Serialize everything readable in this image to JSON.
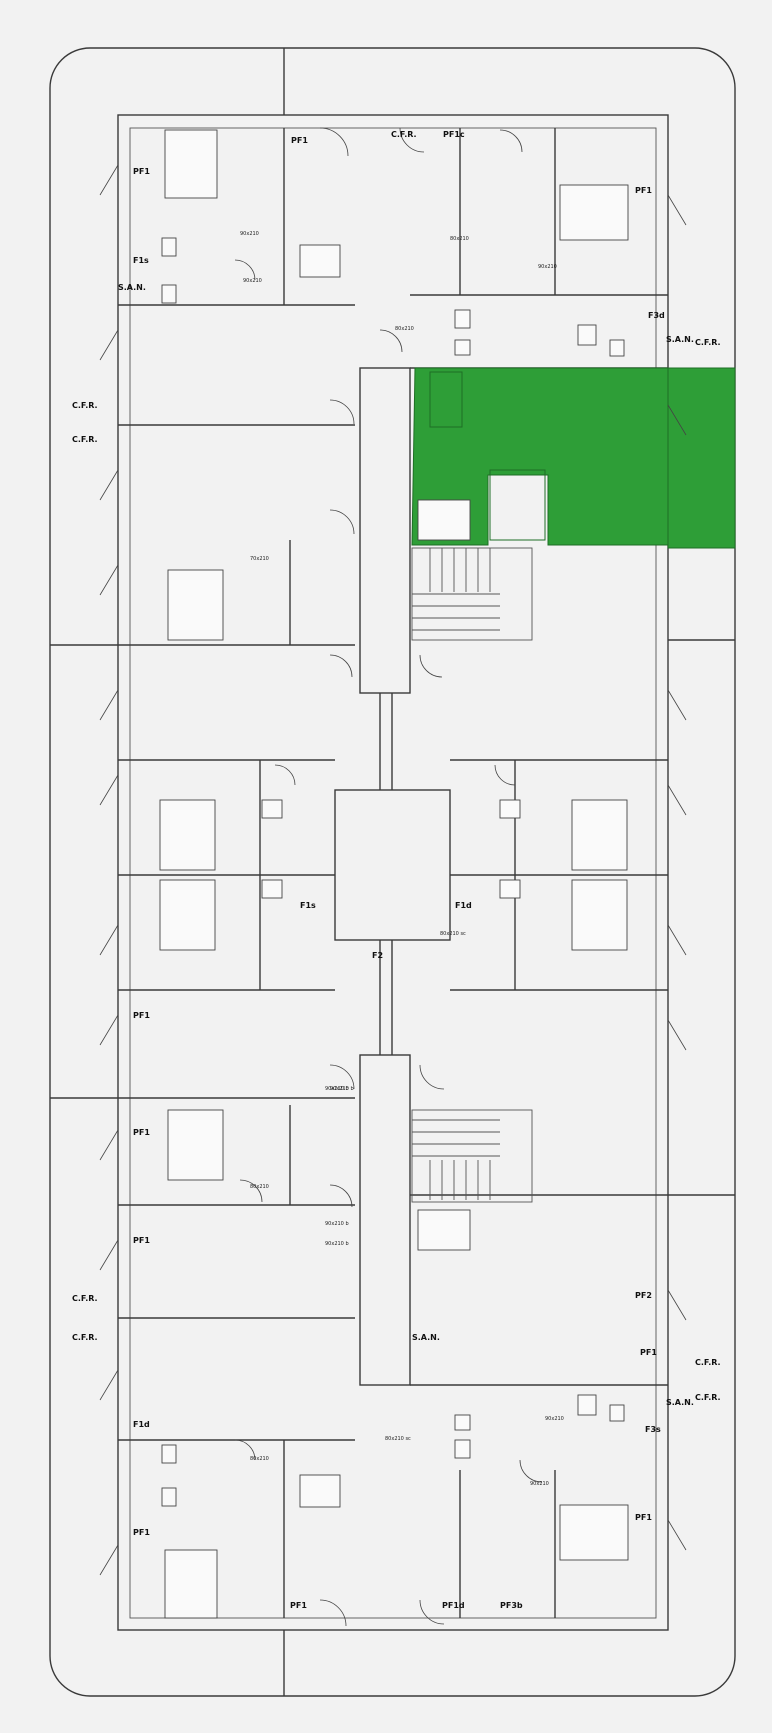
{
  "plan": {
    "highlight_color": "#2e9e37",
    "labels": [
      {
        "id": "pf1-a",
        "text": "PF1"
      },
      {
        "id": "f1s-a",
        "text": "F1s"
      },
      {
        "id": "san-a",
        "text": "S.A.N."
      },
      {
        "id": "pf1-b",
        "text": "PF1"
      },
      {
        "id": "cfr-a",
        "text": "C.F.R."
      },
      {
        "id": "pf1c-a",
        "text": "PF1c"
      },
      {
        "id": "pf1-c",
        "text": "PF1"
      },
      {
        "id": "f3d-a",
        "text": "F3d"
      },
      {
        "id": "san-b",
        "text": "S.A.N."
      },
      {
        "id": "cfr-b",
        "text": "C.F.R."
      },
      {
        "id": "cfr-c",
        "text": "C.F.R."
      },
      {
        "id": "cfr-d",
        "text": "C.F.R."
      },
      {
        "id": "f1s-b",
        "text": "F1s"
      },
      {
        "id": "f1d-a",
        "text": "F1d"
      },
      {
        "id": "f2-a",
        "text": "F2"
      },
      {
        "id": "pf1-d",
        "text": "PF1"
      },
      {
        "id": "pf1-e",
        "text": "PF1"
      },
      {
        "id": "pf1-f",
        "text": "PF1"
      },
      {
        "id": "cfr-e",
        "text": "C.F.R."
      },
      {
        "id": "cfr-f",
        "text": "C.F.R."
      },
      {
        "id": "pf2-a",
        "text": "PF2"
      },
      {
        "id": "pf1-g",
        "text": "PF1"
      },
      {
        "id": "f1d-b",
        "text": "F1d"
      },
      {
        "id": "san-c",
        "text": "S.A.N."
      },
      {
        "id": "pf1-h",
        "text": "PF1"
      },
      {
        "id": "pf1-i",
        "text": "PF1"
      },
      {
        "id": "pf1d-a",
        "text": "PF1d"
      },
      {
        "id": "pf3b-a",
        "text": "PF3b"
      },
      {
        "id": "pf1-j",
        "text": "PF1"
      },
      {
        "id": "f3s-a",
        "text": "F3s"
      },
      {
        "id": "san-d",
        "text": "S.A.N."
      },
      {
        "id": "cfr-g",
        "text": "C.F.R."
      },
      {
        "id": "cfr-h",
        "text": "C.F.R."
      }
    ],
    "door_sizes": [
      "90x210",
      "90x210",
      "80x210",
      "90x210",
      "80x210",
      "70x210",
      "90x210 b",
      "90x210 b",
      "90x210 b",
      "90x210 b",
      "80x210",
      "90x210",
      "90x210",
      "80x210 sc",
      "80x210",
      "80x210 sc"
    ]
  }
}
